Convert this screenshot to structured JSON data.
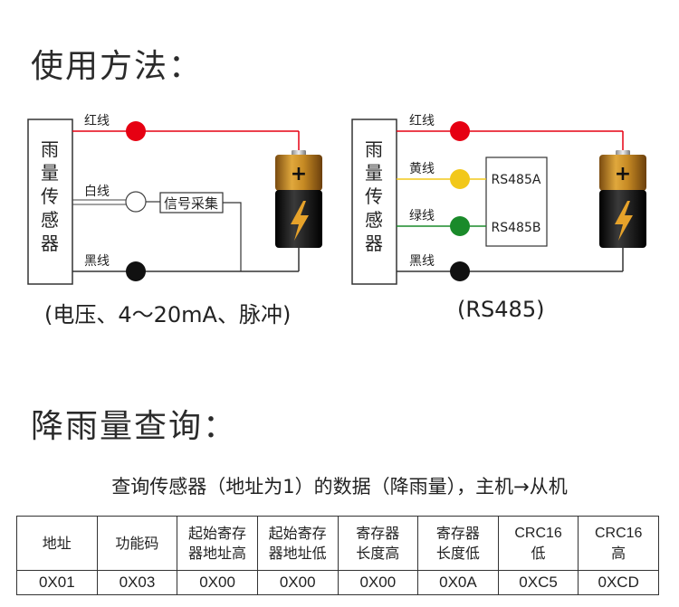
{
  "usage": {
    "title": "使用方法：",
    "analog": {
      "sensor_label": [
        "雨",
        "量",
        "传",
        "感",
        "器"
      ],
      "wires": {
        "red": "红线",
        "white": "白线",
        "black": "黑线"
      },
      "collector": "信号采集",
      "caption": "(电压、4～20mA、脉冲)"
    },
    "rs485": {
      "sensor_label": [
        "雨",
        "量",
        "传",
        "感",
        "器"
      ],
      "wires": {
        "red": "红线",
        "yellow": "黄线",
        "green": "绿线",
        "black": "黑线"
      },
      "terminal_a": "RS485A",
      "terminal_b": "RS485B",
      "caption": "(RS485)"
    }
  },
  "query": {
    "title": "降雨量查询：",
    "description": "查询传感器（地址为1）的数据（降雨量），主机→从机",
    "headers": [
      [
        "地址"
      ],
      [
        "功能码"
      ],
      [
        "起始寄存",
        "器地址高"
      ],
      [
        "起始寄存",
        "器地址低"
      ],
      [
        "寄存器",
        "长度高"
      ],
      [
        "寄存器",
        "长度低"
      ],
      [
        "CRC16",
        "低"
      ],
      [
        "CRC16",
        "高"
      ]
    ],
    "values": [
      "0X01",
      "0X03",
      "0X00",
      "0X00",
      "0X00",
      "0X0A",
      "0XC5",
      "0XCD"
    ]
  },
  "colors": {
    "red_wire": "#e60012",
    "yellow_wire": "#f2c81a",
    "green_wire": "#1a8a2a",
    "black_wire": "#111111",
    "battery_gold": "#c98b22",
    "battery_black": "#1a1a1a"
  }
}
